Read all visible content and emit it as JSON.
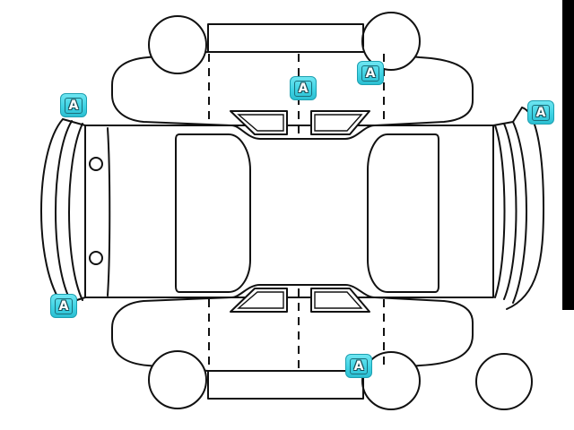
{
  "diagram": {
    "markers": [
      {
        "label": "A"
      },
      {
        "label": "A"
      },
      {
        "label": "A"
      },
      {
        "label": "A"
      },
      {
        "label": "A"
      },
      {
        "label": "A"
      }
    ],
    "marker_color": "#3fd3e4",
    "marker_border_color": "#1c9fb0",
    "line_color": "#111111"
  }
}
